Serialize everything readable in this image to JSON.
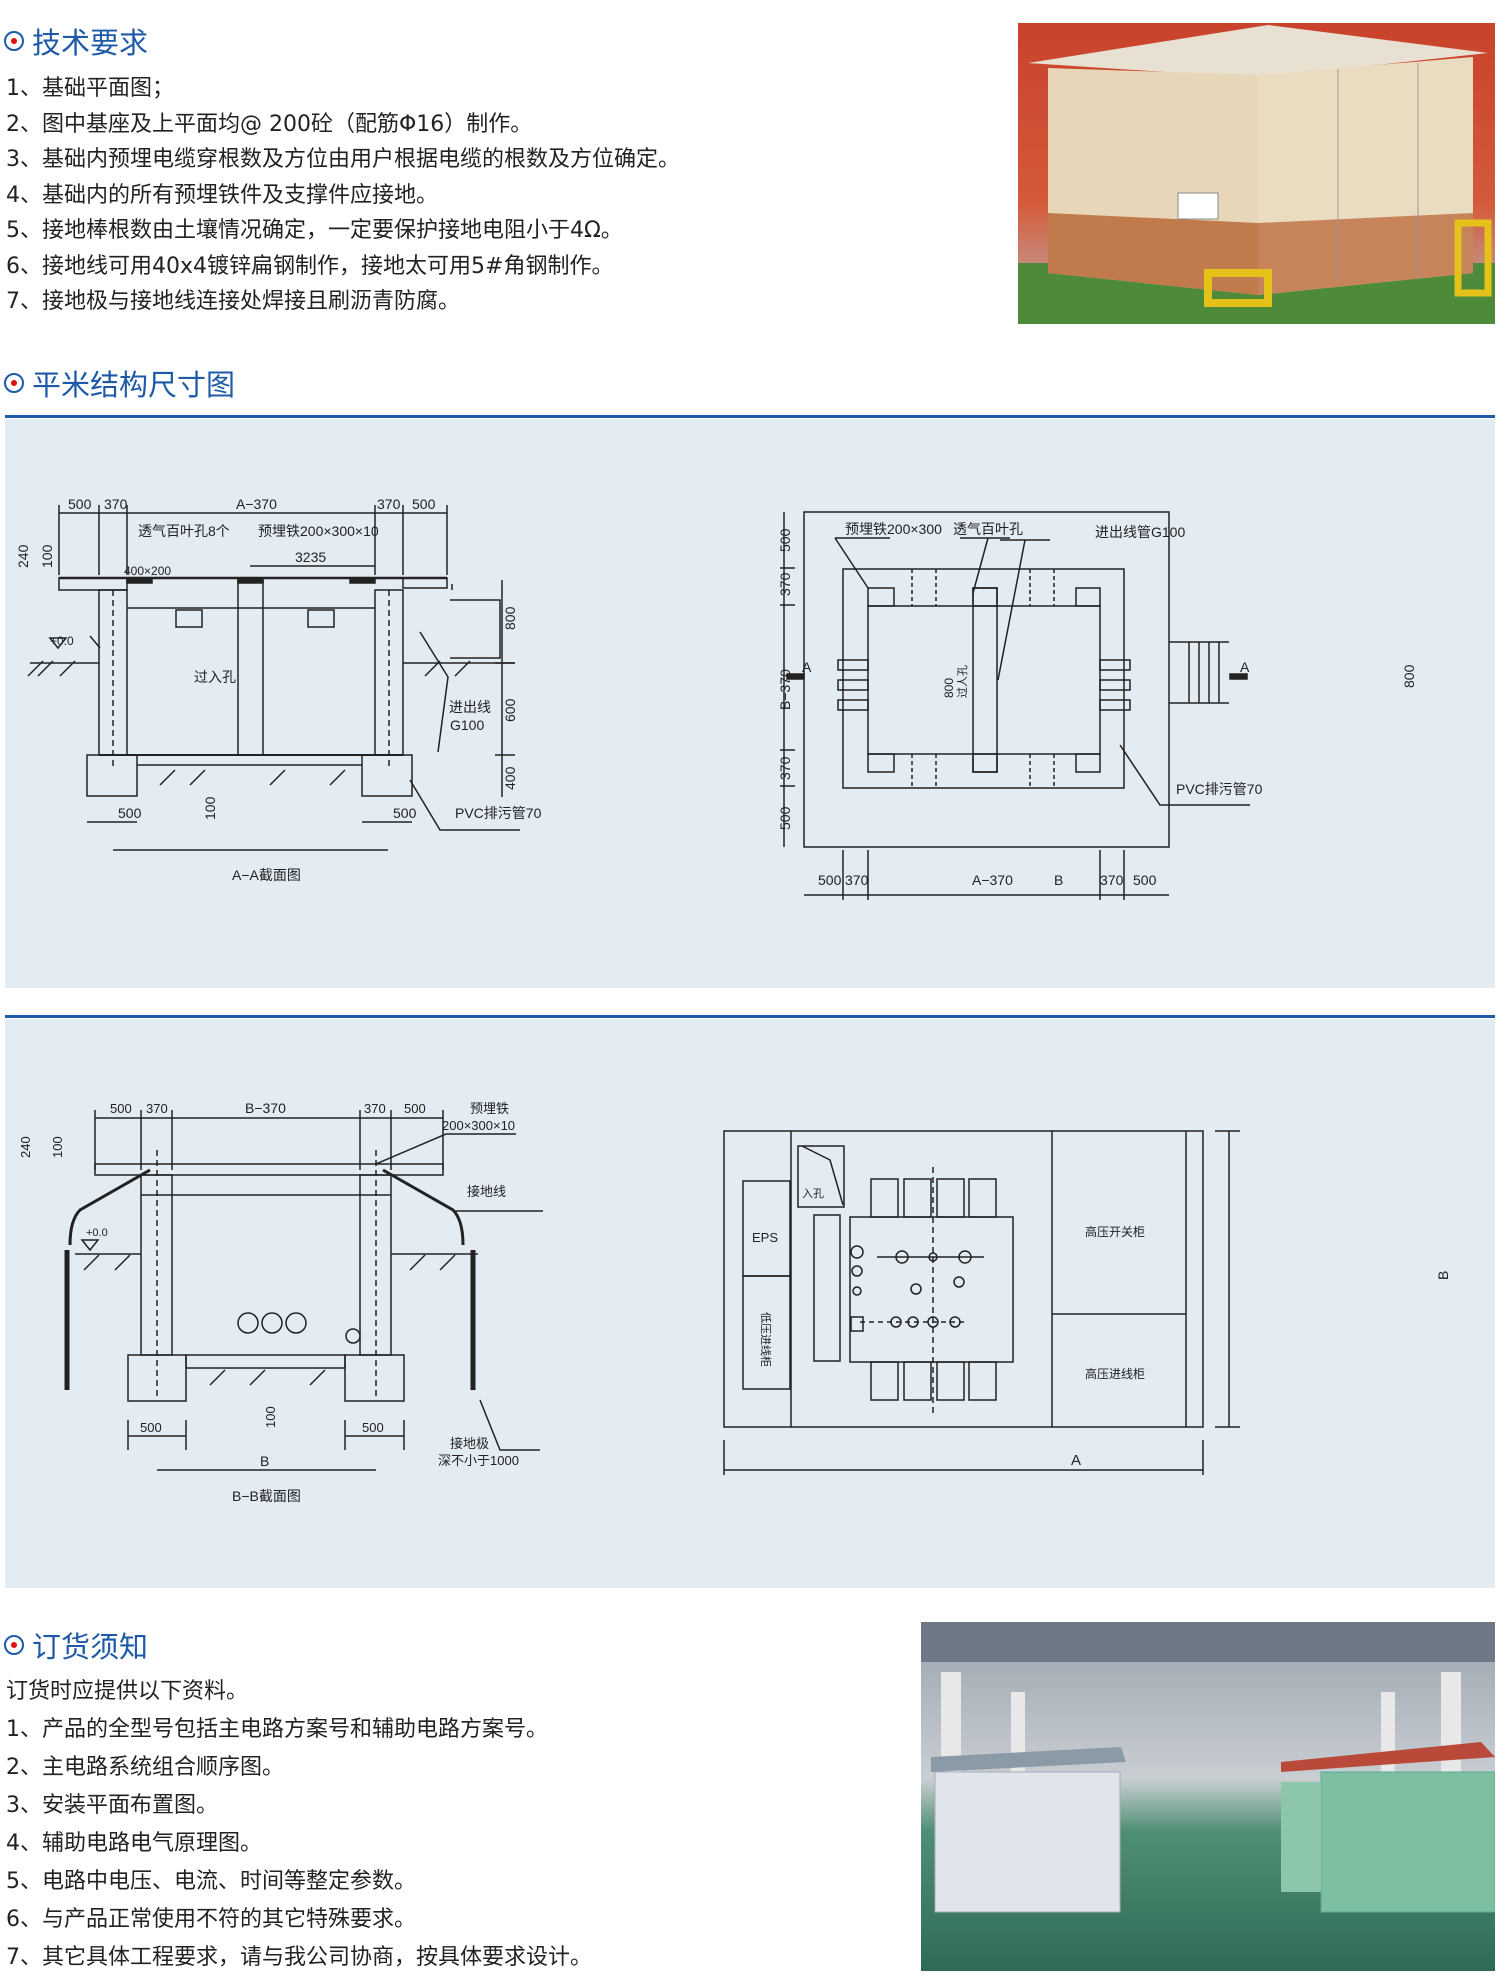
{
  "sections": {
    "tech": {
      "title": "技术要求",
      "items": [
        "1、基础平面图；",
        "2、图中基座及上平面均@ 200砼（配筋Φ16）制作。",
        "3、基础内预埋电缆穿根数及方位由用户根据电缆的根数及方位确定。",
        "4、基础内的所有预埋铁件及支撑件应接地。",
        "5、接地棒根数由土壤情况确定，一定要保护接地电阻小于4Ω。",
        "6、接地线可用40x4镀锌扁钢制作，接地太可用5#角钢制作。",
        "7、接地极与接地线连接处焊接且刷沥青防腐。"
      ]
    },
    "struct": {
      "title": "平米结构尺寸图"
    },
    "order": {
      "title": "订货须知",
      "intro": "订货时应提供以下资料。",
      "items": [
        "1、产品的全型号包括主电路方案号和辅助电路方案号。",
        "2、主电路系统组合顺序图。",
        "3、安装平面布置图。",
        "4、辅助电路电气原理图。",
        "5、电路中电压、电流、时间等整定参数。",
        "6、与产品正常使用不符的其它特殊要求。",
        "7、其它具体工程要求，请与我公司协商，按具体要求设计。"
      ]
    }
  },
  "aa": {
    "d500": "500",
    "d370": "370",
    "dA370": "A−370",
    "vent": "透气百叶孔8个",
    "iron": "预埋铁200×300×10",
    "d3235": "3235",
    "d400x200": "400×200",
    "d240": "240",
    "d100": "100",
    "zero": "+0.0",
    "manhole": "过入孔",
    "cable1": "进出线",
    "cable2": "G100",
    "d800": "800",
    "d600": "600",
    "d400": "400",
    "pvc": "PVC排污管70",
    "caption": "A−A截面图"
  },
  "plan": {
    "iron": "预埋铁200×300",
    "vent": "透气百叶孔",
    "pipe": "进出线管G100",
    "pvc": "PVC排污管70",
    "d500": "500",
    "d370": "370",
    "dB370": "B−370",
    "dA370": "A−370",
    "B": "B",
    "A": "A",
    "d800": "800",
    "manhole": "过人孔"
  },
  "bb": {
    "d500": "500",
    "d370": "370",
    "dB370": "B−370",
    "iron1": "预埋铁",
    "iron2": "200×300×10",
    "d240": "240",
    "d100": "100",
    "zero": "+0.0",
    "ground": "接地线",
    "electrode1": "接地极",
    "electrode2": "深不小于1000",
    "B": "B",
    "caption": "B−B截面图"
  },
  "layout": {
    "eps": "EPS",
    "lv": "低压进线柜",
    "manhole": "入孔",
    "hvswitch": "高压开关柜",
    "hvin": "高压进线柜",
    "A": "A",
    "B": "B"
  },
  "colors": {
    "accent": "#1e5aa8",
    "panel": "#e3ebf3"
  }
}
